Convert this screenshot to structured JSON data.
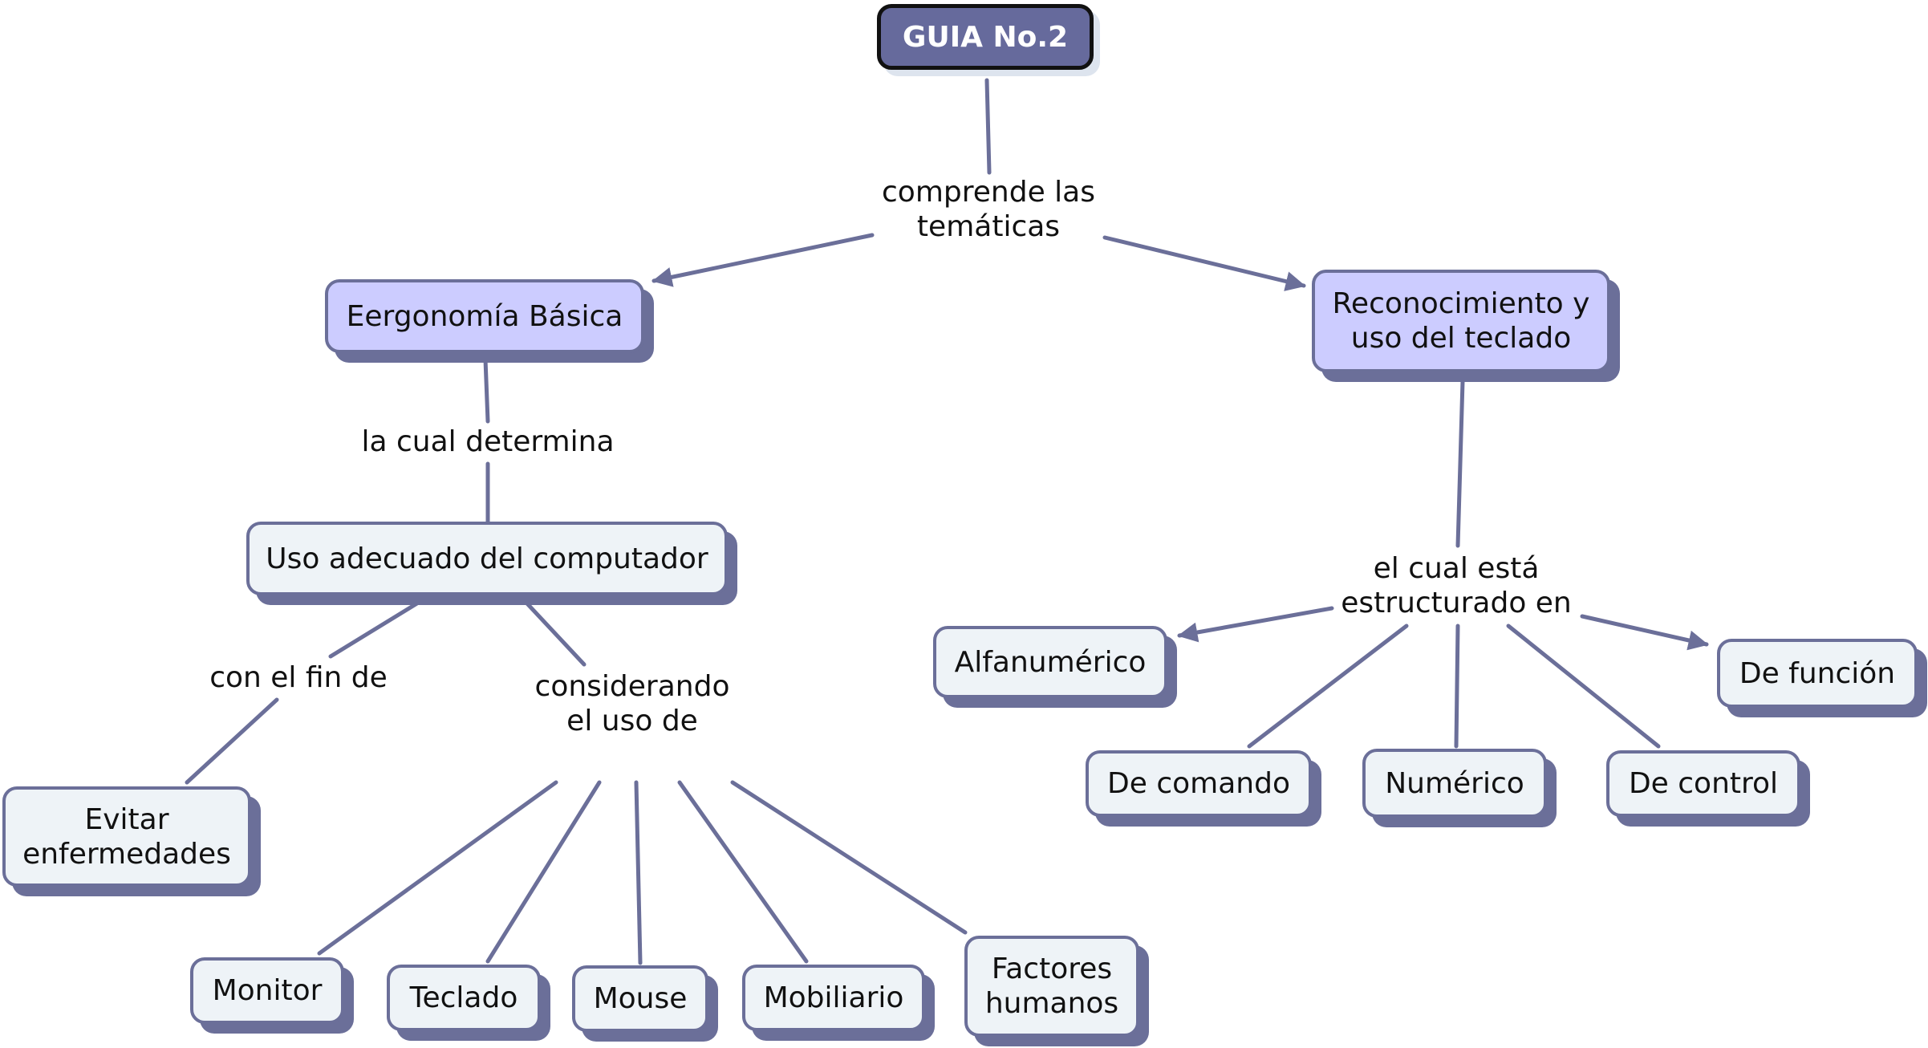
{
  "colors": {
    "line": "#6b6f99",
    "root_fill": "#666a9c",
    "main_fill": "#ccccff",
    "leaf_fill": "#eef3f7",
    "shadow": "#6b6f99"
  },
  "nodes": {
    "root": "GUIA No.2",
    "ergonomia": "Eergonomía Básica",
    "teclado_main": [
      "Reconocimiento y",
      "uso del teclado"
    ],
    "uso_adecuado": "Uso adecuado del computador",
    "evitar": [
      "Evitar",
      "enfermedades"
    ],
    "monitor": "Monitor",
    "teclado": "Teclado",
    "mouse": "Mouse",
    "mobiliario": "Mobiliario",
    "factores": [
      "Factores",
      "humanos"
    ],
    "alfanumerico": "Alfanumérico",
    "de_comando": "De comando",
    "numerico": "Numérico",
    "de_control": "De control",
    "de_funcion": "De función"
  },
  "links": {
    "comprende": [
      "comprende las",
      "temáticas"
    ],
    "determina": "la cual determina",
    "fin": "con el fin de",
    "considerando": [
      "considerando",
      "el uso de"
    ],
    "estructurado": [
      "el cual está",
      "estructurado en"
    ]
  }
}
